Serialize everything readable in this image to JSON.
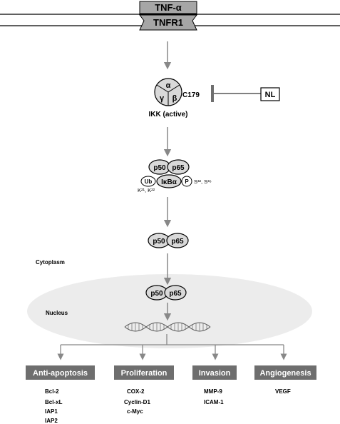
{
  "ligand": "TNF-α",
  "receptor": "TNFR1",
  "ikk": {
    "alpha": "α",
    "beta": "β",
    "gamma": "γ",
    "site": "C179",
    "label": "IKK (active)"
  },
  "inhibitor": "NL",
  "complex": {
    "p50": "p50",
    "p65": "p65",
    "ikba": "IκBα",
    "ub": "Ub",
    "p": "P",
    "serines": "S³², S³⁶",
    "lysines": "K²¹, K²²"
  },
  "compartments": {
    "cytoplasm": "Cytoplasm",
    "nucleus": "Nucleus"
  },
  "outcomes": [
    {
      "title": "Anti-apoptosis",
      "genes": [
        "Bcl-2",
        "Bcl-xL",
        "IAP1",
        "IAP2"
      ]
    },
    {
      "title": "Proliferation",
      "genes": [
        "COX-2",
        "Cyclin-D1",
        "c-Myc"
      ]
    },
    {
      "title": "Invasion",
      "genes": [
        "MMP-9",
        "ICAM-1"
      ]
    },
    {
      "title": "Angiogenesis",
      "genes": [
        "VEGF"
      ]
    }
  ],
  "colors": {
    "box_fill": "#6e6e6e",
    "oval_fill": "#d9d9d9",
    "nucleus_fill": "#ececec",
    "arrow": "#888888",
    "receptor_fill": "#a6a6a6"
  }
}
